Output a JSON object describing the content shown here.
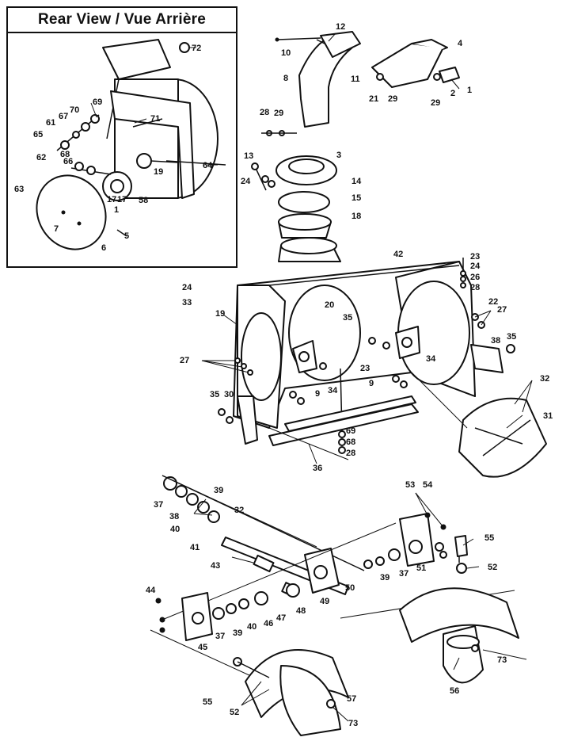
{
  "inset": {
    "title": "Rear View / Vue Arrière",
    "callouts": [
      "72",
      "71",
      "70",
      "69",
      "67",
      "61",
      "65",
      "66",
      "62",
      "63",
      "64",
      "19",
      "58",
      "17",
      "17",
      "1",
      "6",
      "7",
      "5",
      "68"
    ]
  },
  "main": {
    "callouts": [
      "12",
      "10",
      "4",
      "8",
      "11",
      "21",
      "29",
      "29",
      "2",
      "1",
      "28",
      "29",
      "3",
      "13",
      "14",
      "24",
      "15",
      "18",
      "42",
      "23",
      "24",
      "26",
      "28",
      "24",
      "33",
      "19",
      "20",
      "22",
      "27",
      "35",
      "35",
      "38",
      "27",
      "23",
      "9",
      "34",
      "9",
      "34",
      "32",
      "31",
      "35",
      "30",
      "69",
      "68",
      "28",
      "36",
      "37",
      "39",
      "38",
      "32",
      "40",
      "41",
      "53",
      "54",
      "55",
      "52",
      "43",
      "44",
      "47",
      "48",
      "49",
      "50",
      "39",
      "37",
      "51",
      "46",
      "40",
      "39",
      "37",
      "45",
      "73",
      "56",
      "55",
      "52",
      "57",
      "73"
    ]
  }
}
